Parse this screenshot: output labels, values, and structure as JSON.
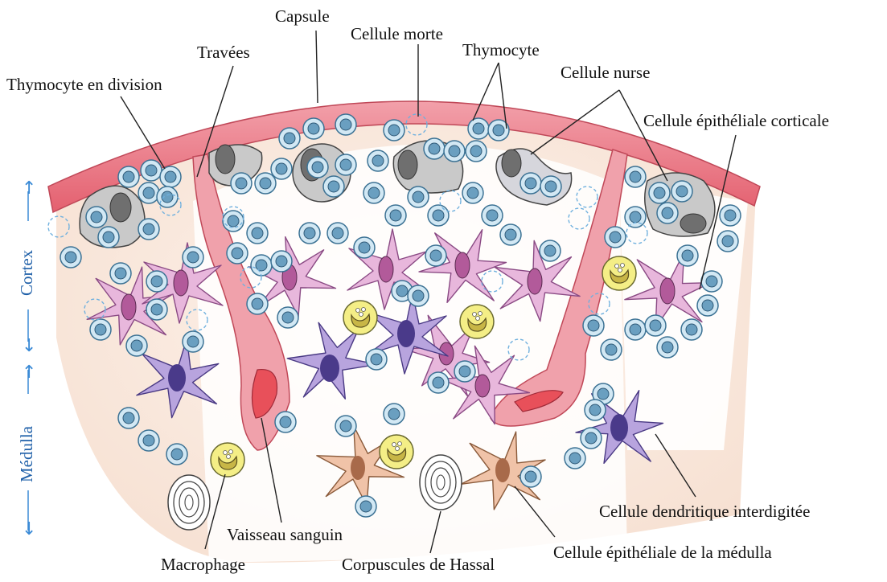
{
  "labels": {
    "capsule": "Capsule",
    "cellule_morte": "Cellule morte",
    "travees": "Travées",
    "thymocyte": "Thymocyte",
    "thymocyte_division": "Thymocyte en division",
    "cellule_nurse": "Cellule nurse",
    "cellule_epitheliale_corticale": "Cellule épithéliale corticale",
    "vaisseau_sanguin": "Vaisseau sanguin",
    "macrophage": "Macrophage",
    "corpuscules_hassal": "Corpuscules de Hassal",
    "cellule_dendritique": "Cellule dendritique interdigitée",
    "cellule_epitheliale_medulla": "Cellule épithéliale de la médulla"
  },
  "side_labels": {
    "cortex": "Cortex",
    "medulla": "Médulla"
  },
  "colors": {
    "capsule": "#e8707e",
    "thymocyte_fill": "#cfe6f3",
    "thymocyte_nucleus": "#5f96b8",
    "epithelial_cortical": "#e6b4dc",
    "dendritic": "#b39fdc",
    "macrophage": "#f2ec82",
    "medulla_epithelial": "#f0c2a6",
    "side_label": "#1e5fa8"
  }
}
